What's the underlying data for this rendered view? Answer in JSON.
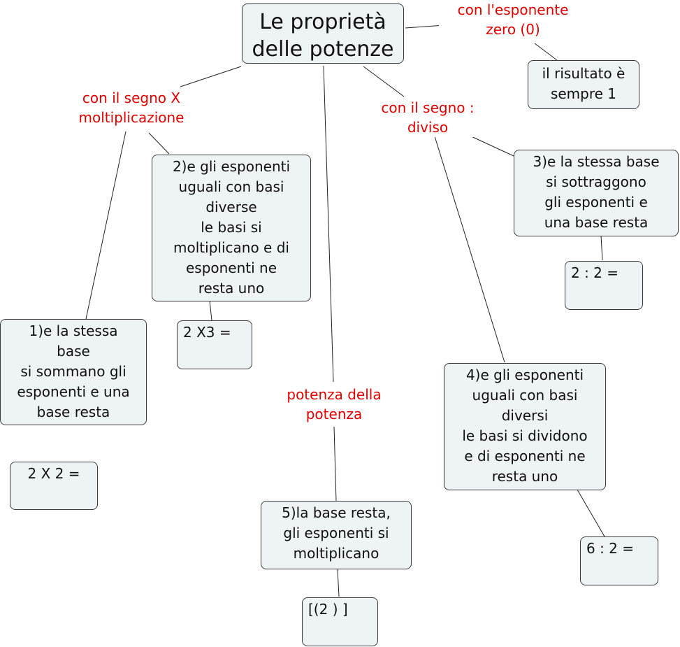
{
  "main_topic": "Le proprietà\ndelle potenze",
  "links": {
    "zero": "con l'esponente\nzero (0)",
    "multiplication": "con il segno X\nmoltiplicazione",
    "division": "con il segno :\ndiviso",
    "power_of_power": "potenza della\npotenza"
  },
  "concepts": {
    "zero_result": "il risultato è\nsempre 1",
    "mult_same_base": "1)e la stessa\nbase\nsi sommano gli\nesponenti e una\nbase resta",
    "mult_same_exp": "2)e gli esponenti\nuguali con basi\ndiverse\nle basi si\nmoltiplicano e di\nesponenti ne\nresta uno",
    "div_same_base": "3)e la stessa base\nsi sottraggono\ngli esponenti e\nuna base resta",
    "div_same_exp": "4)e gli esponenti\nuguali con basi\ndiversi\nle basi si dividono\ne di esponenti ne\nresta uno",
    "power_rule": "5)la base resta,\ngli esponenti si\nmoltiplicano"
  },
  "examples": {
    "ex1": "2 X 2 =",
    "ex2": "2 X3 =",
    "ex3": "2 : 2 =",
    "ex4": "6 : 2 =",
    "ex5": "[(2 ) ]"
  }
}
